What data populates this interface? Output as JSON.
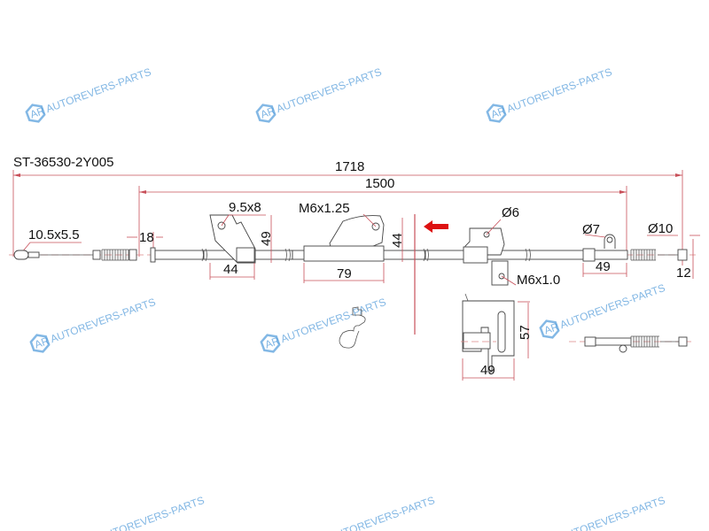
{
  "part_number": "ST-36530-2Y005",
  "watermark": "AUTOREVERS-PARTS",
  "watermark_logo": "AR",
  "dimensions": {
    "overall_length": "1718",
    "cable_length": "1500",
    "eye_size": "10.5x5.5",
    "boot_len": "18",
    "bracket1_hole": "9.5x8",
    "bracket1_height": "49",
    "bracket1_width": "44",
    "bracket2_thread": "M6x1.25",
    "bracket2_height": "44",
    "bracket2_width": "79",
    "bracket3_hole": "Ø6",
    "bracket3_thread": "M6x1.0",
    "end_hole": "Ø7",
    "end_tip_dia": "Ø10",
    "end_len": "49",
    "tip_len": "12",
    "detail_height": "57",
    "detail_width": "49"
  },
  "colors": {
    "dimension": "#c8505a",
    "arrow": "#dd1111",
    "watermark": "#5aa0dc"
  }
}
